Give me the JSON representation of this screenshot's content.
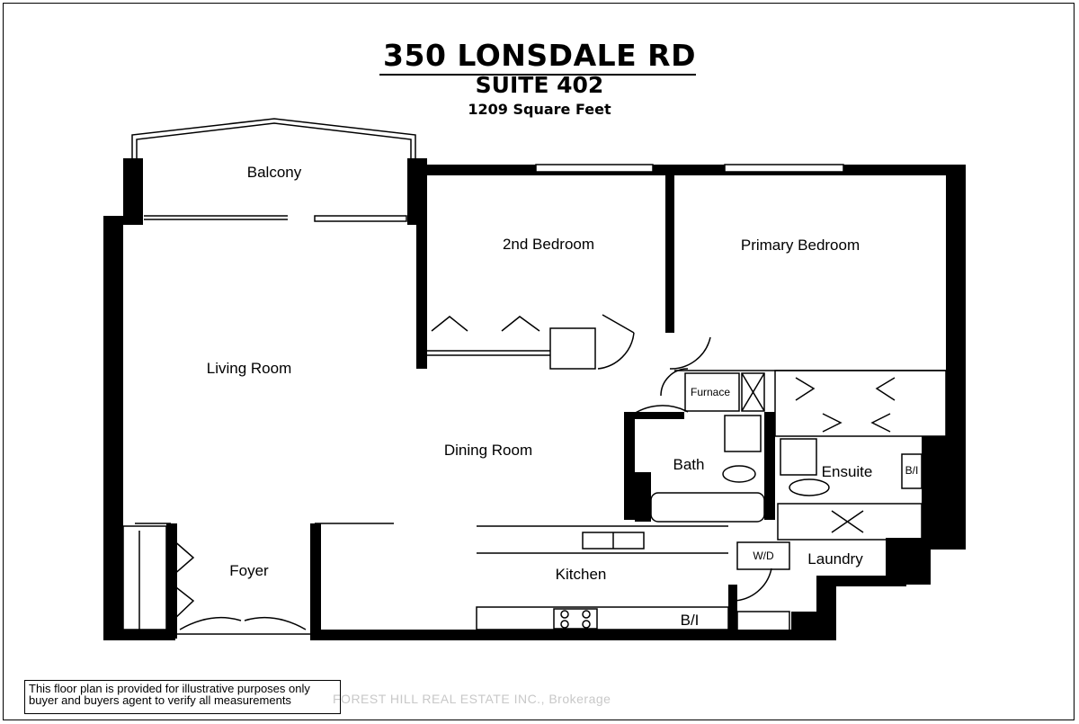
{
  "header": {
    "title": "350 LONSDALE RD",
    "suite": "SUITE 402",
    "area": "1209 Square Feet"
  },
  "rooms": {
    "balcony": "Balcony",
    "second_bedroom": "2nd Bedroom",
    "primary_bedroom": "Primary Bedroom",
    "living_room": "Living Room",
    "dining_room": "Dining Room",
    "furnace": "Furnace",
    "bath": "Bath",
    "ensuite": "Ensuite",
    "ensuite_bi": "B/I",
    "foyer": "Foyer",
    "kitchen": "Kitchen",
    "washer_dryer": "W/D",
    "laundry": "Laundry",
    "kitchen_bi": "B/I"
  },
  "footer": {
    "disclaimer": "This floor plan is provided for illustrative purposes only buyer and buyers agent to verify all measurements",
    "watermark": "FOREST HILL REAL ESTATE INC., Brokerage"
  }
}
